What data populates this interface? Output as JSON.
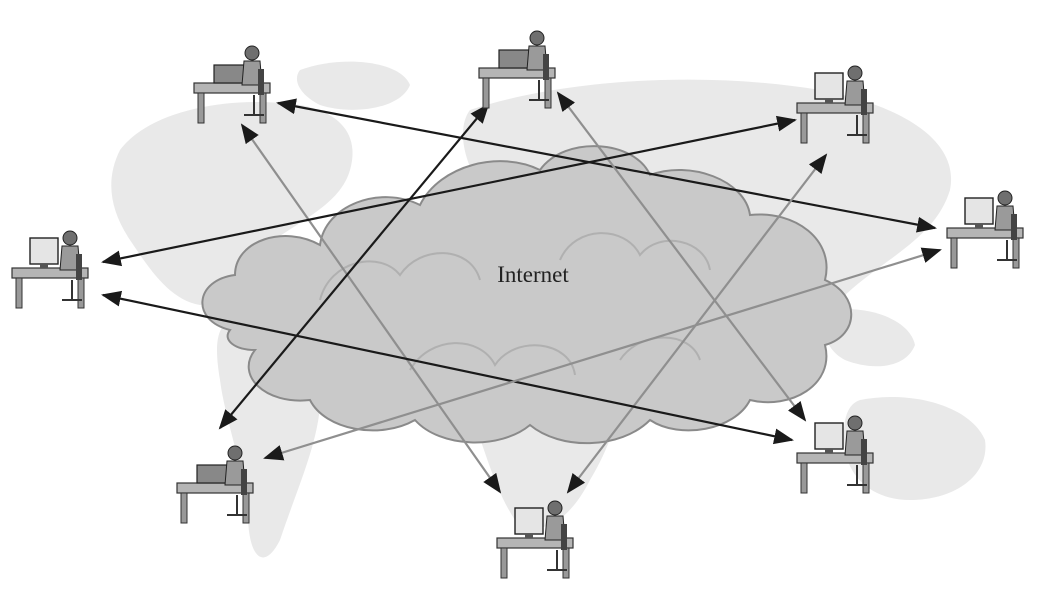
{
  "cloud": {
    "label": "Internet"
  },
  "colors": {
    "background": "#ffffff",
    "map": "#e9e9e9",
    "cloud_fill": "#c9c9c9",
    "cloud_stroke": "#8a8a8a",
    "link_dark": "#1a1a1a",
    "link_light": "#8f8f8f",
    "workstation": "#6f6f6f"
  },
  "workstations": [
    {
      "id": "top-left-laptop-user"
    },
    {
      "id": "top-center-laptop-user"
    },
    {
      "id": "top-right-desktop-user"
    },
    {
      "id": "right-desktop-user"
    },
    {
      "id": "bottom-right-desktop-user"
    },
    {
      "id": "bottom-center-desktop-user"
    },
    {
      "id": "bottom-left-laptop-user"
    },
    {
      "id": "left-desktop-user"
    }
  ],
  "connections": [
    {
      "from": "top-left-laptop-user",
      "to": "right-desktop-user"
    },
    {
      "from": "top-left-laptop-user",
      "to": "bottom-center-desktop-user"
    },
    {
      "from": "top-center-laptop-user",
      "to": "bottom-left-laptop-user"
    },
    {
      "from": "top-center-laptop-user",
      "to": "bottom-right-desktop-user"
    },
    {
      "from": "top-right-desktop-user",
      "to": "left-desktop-user"
    },
    {
      "from": "top-right-desktop-user",
      "to": "bottom-center-desktop-user"
    },
    {
      "from": "left-desktop-user",
      "to": "bottom-right-desktop-user"
    },
    {
      "from": "bottom-left-laptop-user",
      "to": "right-desktop-user"
    }
  ]
}
